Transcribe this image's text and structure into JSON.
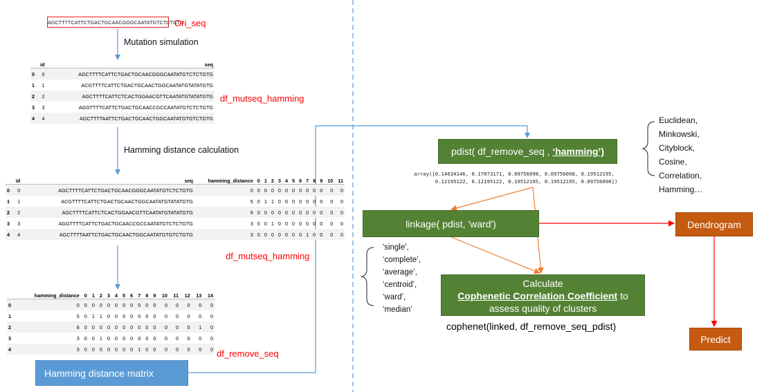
{
  "colors": {
    "red_label": "#ff0000",
    "green_box": "#548235",
    "orange_box": "#c55a11",
    "blue_box": "#5b9bd5",
    "blue_line": "#5b9bd5",
    "orange_line": "#ed7d31",
    "red_line": "#ff0000"
  },
  "ori": {
    "sequence": "AGCTTTTCATTCTGACTGCAACGGGCAATATGTCTCTGTG",
    "label": "Ori_seq"
  },
  "steps": {
    "mutation": "Mutation simulation",
    "hamming_calc": "Hamming distance calculation"
  },
  "table1": {
    "columns": [
      "",
      "id",
      "seq"
    ],
    "rows": [
      [
        "0",
        "0",
        "AGCTTTTCATTCTGACTGCAACGGGCAATATGTCTCTGTG"
      ],
      [
        "1",
        "1",
        "ACGTTTTCATTCTGACTGCAACTGGCAATATGTATATGTG"
      ],
      [
        "2",
        "2",
        "AGCTTTTCATTCTCACTGGAACGTTCAATATGTATATGTG"
      ],
      [
        "3",
        "3",
        "AGGTTTTCATTCTGACTGCAACCGCCAATATGTCTCTGTG"
      ],
      [
        "4",
        "4",
        "AGCTTTTAATTCTGACTGCAACTGGCAATATGTGTCTGTG"
      ]
    ],
    "label": "df_mutseq_hamming"
  },
  "table2": {
    "columns": [
      "",
      "id",
      "seq",
      "hamming_distance",
      "0",
      "1",
      "2",
      "3",
      "4",
      "5",
      "6",
      "7",
      "8",
      "9",
      "10",
      "11"
    ],
    "rows": [
      [
        "0",
        "0",
        "AGCTTTTCATTCTGACTGCAACGGGCAATATGTCTCTGTG",
        "0",
        "0",
        "0",
        "0",
        "0",
        "0",
        "0",
        "0",
        "0",
        "0",
        "0",
        "0",
        "0"
      ],
      [
        "1",
        "1",
        "ACGTTTTCATTCTGACTGCAACTGGCAATATGTATATGTG",
        "5",
        "0",
        "1",
        "1",
        "0",
        "0",
        "0",
        "0",
        "0",
        "0",
        "0",
        "0",
        "0"
      ],
      [
        "2",
        "2",
        "AGCTTTTCATTCTCACTGGAACGTTCAATATGTATATGTG",
        "6",
        "0",
        "0",
        "0",
        "0",
        "0",
        "0",
        "0",
        "0",
        "0",
        "0",
        "0",
        "0"
      ],
      [
        "3",
        "3",
        "AGGTTTTCATTCTGACTGCAACCGCCAATATGTCTCTGTG",
        "3",
        "0",
        "0",
        "1",
        "0",
        "0",
        "0",
        "0",
        "0",
        "0",
        "0",
        "0",
        "0"
      ],
      [
        "4",
        "4",
        "AGCTTTTAATTCTGACTGCAACTGGCAATATGTGTCTGTG",
        "3",
        "0",
        "0",
        "0",
        "0",
        "0",
        "0",
        "0",
        "1",
        "0",
        "0",
        "0",
        "0"
      ]
    ],
    "label": "df_mutseq_hamming"
  },
  "table3": {
    "columns": [
      "",
      "hamming_distance",
      "0",
      "1",
      "2",
      "3",
      "4",
      "5",
      "6",
      "7",
      "8",
      "9",
      "10",
      "11",
      "12",
      "13",
      "14"
    ],
    "rows": [
      [
        "0",
        "0",
        "0",
        "0",
        "0",
        "0",
        "0",
        "0",
        "0",
        "0",
        "0",
        "0",
        "0",
        "0",
        "0",
        "0",
        "0"
      ],
      [
        "1",
        "5",
        "0",
        "1",
        "1",
        "0",
        "0",
        "0",
        "0",
        "0",
        "0",
        "0",
        "0",
        "0",
        "0",
        "0",
        "0"
      ],
      [
        "2",
        "6",
        "0",
        "0",
        "0",
        "0",
        "0",
        "0",
        "0",
        "0",
        "0",
        "0",
        "0",
        "0",
        "0",
        "1",
        "0"
      ],
      [
        "3",
        "3",
        "0",
        "0",
        "1",
        "0",
        "0",
        "0",
        "0",
        "0",
        "0",
        "0",
        "0",
        "0",
        "0",
        "0",
        "0"
      ],
      [
        "4",
        "3",
        "0",
        "0",
        "0",
        "0",
        "0",
        "0",
        "0",
        "1",
        "0",
        "0",
        "0",
        "0",
        "0",
        "0",
        "0"
      ]
    ],
    "label": "df_remove_seq"
  },
  "hamming_matrix": "Hamming distance matrix",
  "pdist": {
    "prefix": "pdist( df_remove_seq , ",
    "arg": "‘hamming’)"
  },
  "metrics": [
    "Euclidean,",
    "Minkowski,",
    "Cityblock,",
    "Cosine,",
    "Correlation,",
    "Hamming…"
  ],
  "array_output": {
    "line1": "array([0.14634146, 0.17073171, 0.09756098, 0.09756098, 0.19512195,",
    "line2": "       0.12195122, 0.12195122, 0.19512195, 0.19512195, 0.09756098])"
  },
  "linkage": "linkage( pdist, 'ward')",
  "methods": [
    "'single',",
    "‘complete’,",
    "‘average’,",
    "‘centroid’,",
    "‘ward’,",
    "‘median’"
  ],
  "cophenetic": {
    "line1": "Calculate",
    "emph": "Cophenetic Correlation Coefficient",
    "after": " to",
    "line3": "assess quality of clusters"
  },
  "cophenet_call": "cophenet(linked, df_remove_seq_pdist)",
  "dendrogram": "Dendrogram",
  "predict": "Predict"
}
